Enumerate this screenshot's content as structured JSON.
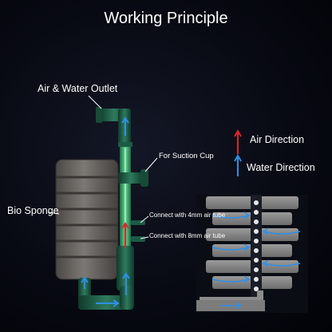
{
  "title": "Working Principle",
  "labels": {
    "outlet": "Air & Water Outlet",
    "suction_cup": "For Suction Cup",
    "bio_sponge": "Bio Sponge",
    "air_tube_4mm": "Connect with 4mm air tube",
    "air_tube_8mm": "Connect with 8mm air tube"
  },
  "legend": {
    "air": {
      "label": "Air Direction",
      "color": "#d7262b"
    },
    "water": {
      "label": "Water Direction",
      "color": "#2f8fe6"
    }
  },
  "colors": {
    "tube_glass": "#58d58c",
    "tube_frame": "#1d5a45",
    "sponge": "#6f6b68",
    "cross_section": "#8c8c8c"
  }
}
